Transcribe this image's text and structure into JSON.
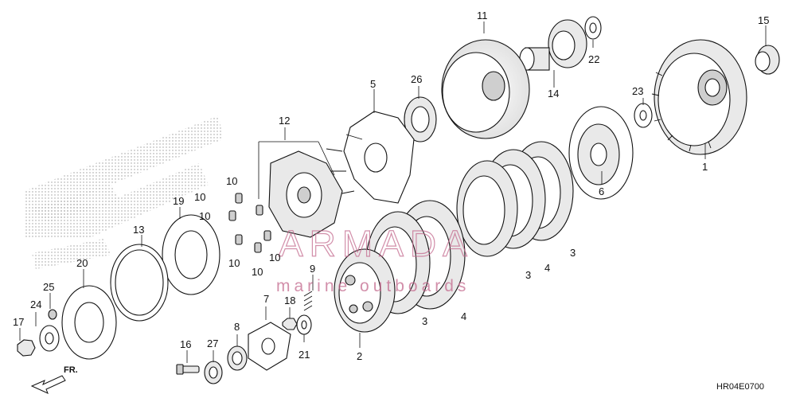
{
  "callouts": [
    {
      "id": "1",
      "label": "1"
    },
    {
      "id": "2",
      "label": "2"
    },
    {
      "id": "3a",
      "label": "3"
    },
    {
      "id": "3b",
      "label": "3"
    },
    {
      "id": "3c",
      "label": "3"
    },
    {
      "id": "4a",
      "label": "4"
    },
    {
      "id": "4b",
      "label": "4"
    },
    {
      "id": "5",
      "label": "5"
    },
    {
      "id": "6",
      "label": "6"
    },
    {
      "id": "7",
      "label": "7"
    },
    {
      "id": "8",
      "label": "8"
    },
    {
      "id": "9",
      "label": "9"
    },
    {
      "id": "10a",
      "label": "10"
    },
    {
      "id": "10b",
      "label": "10"
    },
    {
      "id": "10c",
      "label": "10"
    },
    {
      "id": "10d",
      "label": "10"
    },
    {
      "id": "10e",
      "label": "10"
    },
    {
      "id": "10f",
      "label": "10"
    },
    {
      "id": "11",
      "label": "11"
    },
    {
      "id": "12",
      "label": "12"
    },
    {
      "id": "13",
      "label": "13"
    },
    {
      "id": "14",
      "label": "14"
    },
    {
      "id": "15",
      "label": "15"
    },
    {
      "id": "16",
      "label": "16"
    },
    {
      "id": "17",
      "label": "17"
    },
    {
      "id": "18",
      "label": "18"
    },
    {
      "id": "19",
      "label": "19"
    },
    {
      "id": "20",
      "label": "20"
    },
    {
      "id": "21",
      "label": "21"
    },
    {
      "id": "22",
      "label": "22"
    },
    {
      "id": "23",
      "label": "23"
    },
    {
      "id": "24",
      "label": "24"
    },
    {
      "id": "25",
      "label": "25"
    },
    {
      "id": "26",
      "label": "26"
    },
    {
      "id": "27",
      "label": "27"
    }
  ],
  "watermark": {
    "main": "ARMADA",
    "sub": "marine outboards",
    "color": "#c46a8e"
  },
  "diagram_code": "HR04E0700",
  "front_arrow_label": "FR."
}
